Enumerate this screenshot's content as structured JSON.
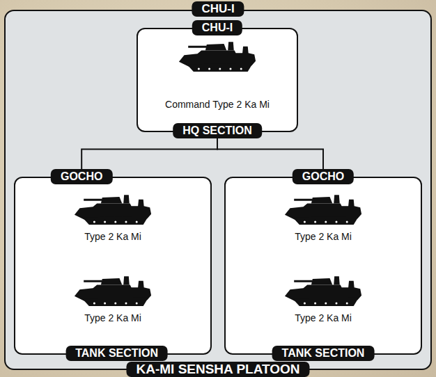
{
  "diagram": {
    "nodes": [
      {
        "text": [
          "CHU-I",
          "KA-MI SENSHA PLATOON"
        ]
      },
      {
        "text": [
          "CHU-I",
          "Command Type 2 Ka Mi",
          "HQ SECTION"
        ],
        "in": 0
      },
      {
        "text": [
          "GOCHO",
          "Type 2 Ka Mi",
          "Type 2 Ka Mi",
          "TANK SECTION"
        ],
        "in": 0
      },
      {
        "text": [
          "GOCHO",
          "Type 2 Ka Mi",
          "Type 2 Ka Mi",
          "TANK SECTION"
        ],
        "in": 0
      }
    ],
    "edges": [
      {
        "from": 1,
        "to": 2,
        "arrow": "none"
      },
      {
        "from": 1,
        "to": 3,
        "arrow": "none"
      }
    ]
  }
}
